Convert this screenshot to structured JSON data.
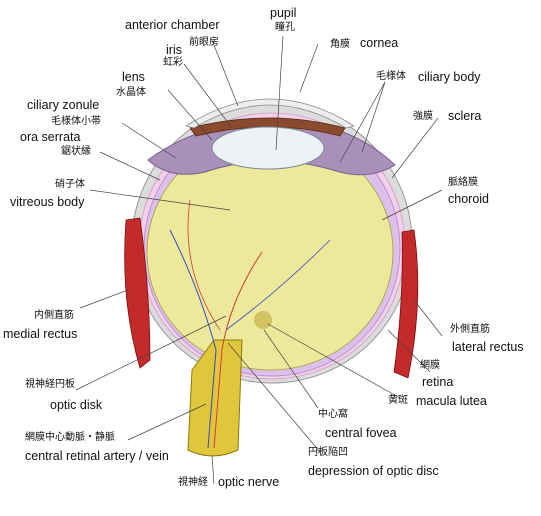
{
  "labels": {
    "pupil": {
      "en": "pupil",
      "jp": "瞳孔"
    },
    "anterior_chamber": {
      "en": "anterior chamber",
      "jp": "前眼房"
    },
    "cornea": {
      "en": "cornea",
      "jp": "角膜"
    },
    "iris": {
      "en": "iris",
      "jp": "虹彩"
    },
    "lens": {
      "en": "lens",
      "jp": "水晶体"
    },
    "ciliary_body": {
      "en": "ciliary body",
      "jp": "毛様体"
    },
    "ciliary_zonule": {
      "en": "ciliary zonule",
      "jp": "毛様体小帯"
    },
    "ora_serrata": {
      "en": "ora serrata",
      "jp": "鋸状縁"
    },
    "sclera": {
      "en": "sclera",
      "jp": "強膜"
    },
    "vitreous_body": {
      "en": "vitreous body",
      "jp": "硝子体"
    },
    "choroid": {
      "en": "choroid",
      "jp": "脈絡膜"
    },
    "medial_rectus": {
      "en": "medial rectus",
      "jp": "内側直筋"
    },
    "lateral_rectus": {
      "en": "lateral rectus",
      "jp": "外側直筋"
    },
    "retina": {
      "en": "retina",
      "jp": "網膜"
    },
    "optic_disk": {
      "en": "optic disk",
      "jp": "視神経円板"
    },
    "macula_lutea": {
      "en": "macula lutea",
      "jp": "黄斑"
    },
    "central_fovea": {
      "en": "central fovea",
      "jp": "中心窩"
    },
    "central_artery_vein": {
      "en": "central retinal artery / vein",
      "jp": "網膜中心動脈・静脈"
    },
    "depression_optic_disc": {
      "en": "depression of optic disc",
      "jp": "円板陥凹"
    },
    "optic_nerve": {
      "en": "optic nerve",
      "jp": "視神経"
    }
  },
  "colors": {
    "vitreous": "#ecea9a",
    "sclera": "#dadada",
    "choroid": "#f0c8e6",
    "retina": "#d9b8e8",
    "iris": "#8a4a2e",
    "ciliary": "#a890b8",
    "muscle": "#c42a2a",
    "optic_nerve": "#e0c63a",
    "artery": "#d63a3a",
    "vein": "#3a4ac8"
  }
}
